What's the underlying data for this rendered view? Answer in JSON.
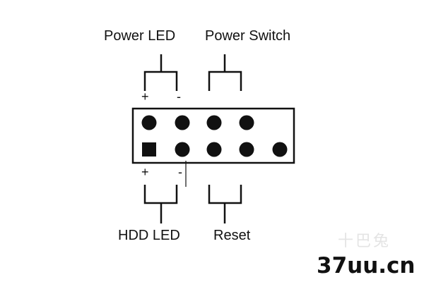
{
  "labels": {
    "power_led": "Power LED",
    "power_switch": "Power Switch",
    "hdd_led": "HDD LED",
    "reset": "Reset"
  },
  "signs": {
    "power_led_plus": "+",
    "power_led_minus": "-",
    "hdd_led_plus": "+",
    "hdd_led_minus": "-"
  },
  "watermark": {
    "mark": "十巴兔",
    "url": "37uu.cn"
  },
  "header": {
    "top_row_pins": 4,
    "bottom_row_pins": 5,
    "square_pin": "bottom row, first pin"
  },
  "colors": {
    "ink": "#111111",
    "watermark_mark": "#e4e4e4"
  }
}
